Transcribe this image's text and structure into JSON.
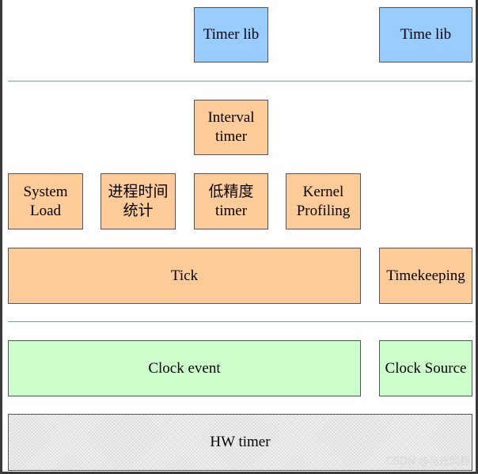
{
  "user_space": {
    "timer_lib": "Timer lib",
    "time_lib": "Time lib"
  },
  "kernel": {
    "interval_timer": [
      "Interval",
      "timer"
    ],
    "system_load": [
      "System",
      "Load"
    ],
    "process_time_stats": [
      "进程时间",
      "统计"
    ],
    "low_res_timer": [
      "低精度",
      "timer"
    ],
    "kernel_profiling": [
      "Kernel",
      "Profiling"
    ],
    "tick": "Tick",
    "timekeeping": "Timekeeping"
  },
  "driver": {
    "clock_event": "Clock event",
    "clock_source": "Clock Source"
  },
  "hardware": {
    "hw_timer": "HW timer"
  },
  "watermark": "CSDN @与光同程",
  "colors": {
    "user_blue": "#99ccff",
    "kernel_orange": "#ffcc99",
    "driver_green": "#ccffcc",
    "separator": "#7a9acb"
  }
}
